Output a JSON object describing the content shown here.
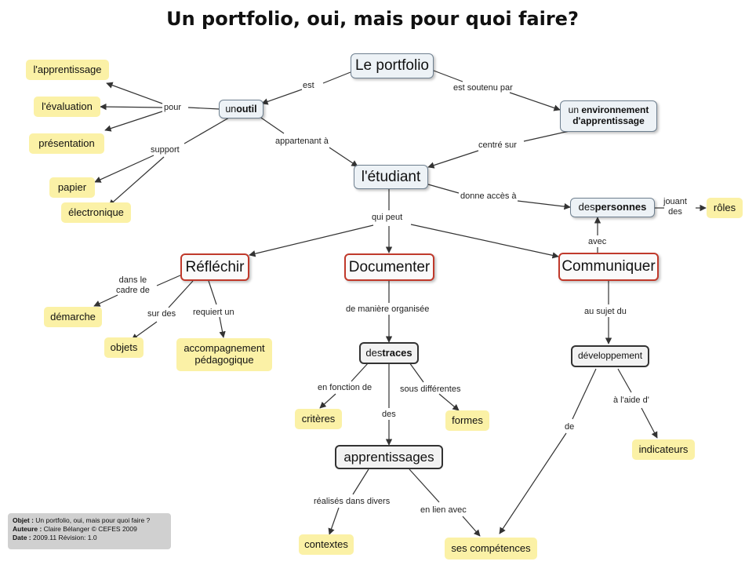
{
  "title": "Un portfolio, oui, mais pour quoi faire?",
  "nodes": {
    "portfolio": "Le portfolio",
    "outil_pre": "un ",
    "outil_bold": "outil",
    "env_pre": "un ",
    "env_bold": "environnement",
    "env_line2": "d'apprentissage",
    "etudiant": "l'étudiant",
    "personnes_pre": "des ",
    "personnes_bold": "personnes",
    "roles": "rôles",
    "apprentissage": "l'apprentissage",
    "evaluation": "l'évaluation",
    "presentation": "présentation",
    "papier": "papier",
    "electronique": "électronique",
    "reflechir": "Réfléchir",
    "documenter": "Documenter",
    "communiquer": "Communiquer",
    "demarche": "démarche",
    "objets": "objets",
    "accompagnement_1": "accompagnement",
    "accompagnement_2": "pédagogique",
    "traces_pre": "des ",
    "traces_bold": "traces",
    "criteres": "critères",
    "formes": "formes",
    "apprentissages": "apprentissages",
    "contextes": "contextes",
    "competences": "ses compétences",
    "developpement": "développement",
    "indicateurs": "indicateurs"
  },
  "links": {
    "est": "est",
    "est_soutenu_par": "est soutenu par",
    "pour": "pour",
    "support": "support",
    "appartenant_a": "appartenant à",
    "centre_sur": "centré sur",
    "donne_acces_a": "donne accès à",
    "jouant_1": "jouant",
    "jouant_2": "des",
    "qui_peut": "qui peut",
    "avec": "avec",
    "dans_le_1": "dans le",
    "dans_le_2": "cadre de",
    "sur_des": "sur des",
    "requiert_un": "requiert un",
    "de_maniere_organisee": "de manière organisée",
    "en_fonction_de": "en fonction de",
    "sous_differentes": "sous différentes",
    "des": "des",
    "realises_dans_divers": "réalisés dans divers",
    "en_lien_avec": "en lien avec",
    "au_sujet_du": "au sujet du",
    "a_l_aide_d": "à l'aide d'",
    "de": "de"
  },
  "info": {
    "objet_label": "Objet :",
    "objet_value": " Un portfolio, oui, mais pour quoi faire ?",
    "auteure_label": "Auteure :",
    "auteure_value": " Claire Bélanger © CEFES 2009",
    "date_label": "Date :",
    "date_value": " 2009.11 Révision: 1.0"
  },
  "colors": {
    "leaf_fill": "#fbf1a6",
    "concept_fill": "#edf2f6",
    "action_border": "#c0392b",
    "edge": "#333333"
  }
}
